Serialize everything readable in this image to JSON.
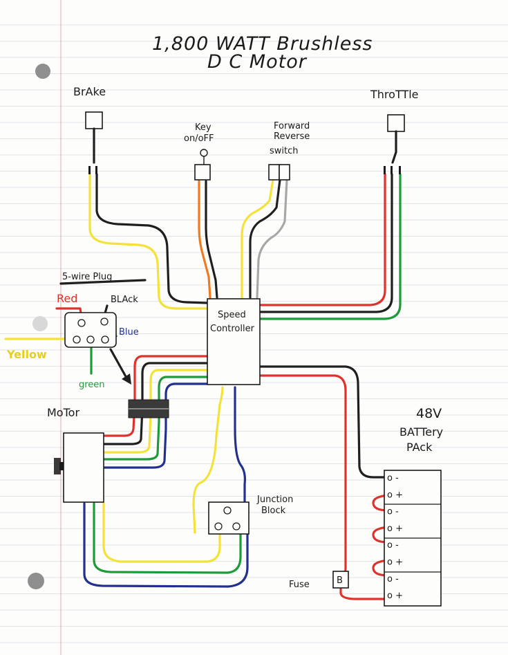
{
  "title": {
    "line1": "1,800 WATT Brushless",
    "line2": "D C Motor"
  },
  "labels": {
    "brake": "BrAke",
    "throttle": "ThroTTle",
    "key_line1": "Key",
    "key_line2": "on/oFF",
    "fr_line1": "Forward",
    "fr_line2": "Reverse",
    "fr_line3": "switch",
    "plug": "5-wire Plug",
    "red": "Red",
    "black": "BLAck",
    "blue": "Blue",
    "yellow": "Yellow",
    "green": "green",
    "controller_line1": "Speed",
    "controller_line2": "Controller",
    "motor": "MoTor",
    "battery_line1": "48V",
    "battery_line2": "BATTery",
    "battery_line3": "PAck",
    "junction_line1": "Junction",
    "junction_line2": "Block",
    "fuse": "Fuse",
    "fuse_mark": "B"
  },
  "battery_terminals": [
    "o -",
    "o +",
    "o -",
    "o +",
    "o -",
    "o +",
    "o -",
    "o +"
  ],
  "colors": {
    "red": "#e0322c",
    "black": "#1f1f1f",
    "yellow": "#f4e23a",
    "green": "#1f9a3a",
    "blue": "#22308f",
    "orange": "#ef7a1f",
    "gray": "#a7a7a7",
    "ruling": "#c9ccd6",
    "margin": "#e2a6a6"
  }
}
